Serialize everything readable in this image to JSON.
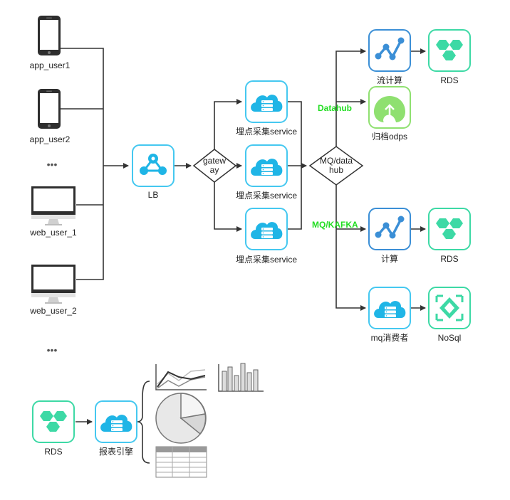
{
  "clients": {
    "app_user1": "app_user1",
    "app_user2": "app_user2",
    "web_user_1": "web_user_1",
    "web_user_2": "web_user_2",
    "ellipsis": "•••"
  },
  "lb_label": "LB",
  "gateway_label": [
    "gatew",
    "ay"
  ],
  "collect_service_label": "埋点采集service",
  "mq_datahub_label": [
    "MQ/data",
    "hub"
  ],
  "branch_labels": {
    "datahub": "Datahub",
    "mq_kafka": "MQ/KAFKA"
  },
  "nodes": {
    "stream_compute": "流计算",
    "rds_1": "RDS",
    "archive_odps": "归档odps",
    "compute": "计算",
    "rds_2": "RDS",
    "mq_consumer": "mq消费者",
    "nosql": "NoSql",
    "rds_3": "RDS",
    "report_engine": "报表引擎"
  },
  "colors": {
    "cloud_blue": "#1fb5e6",
    "border_blue": "#45c8f0",
    "compute_blue": "#3b8fd6",
    "rds_green": "#3dd9a5",
    "odps_green": "#8fe070",
    "label_green": "#22dd22",
    "edge": "#333333"
  }
}
